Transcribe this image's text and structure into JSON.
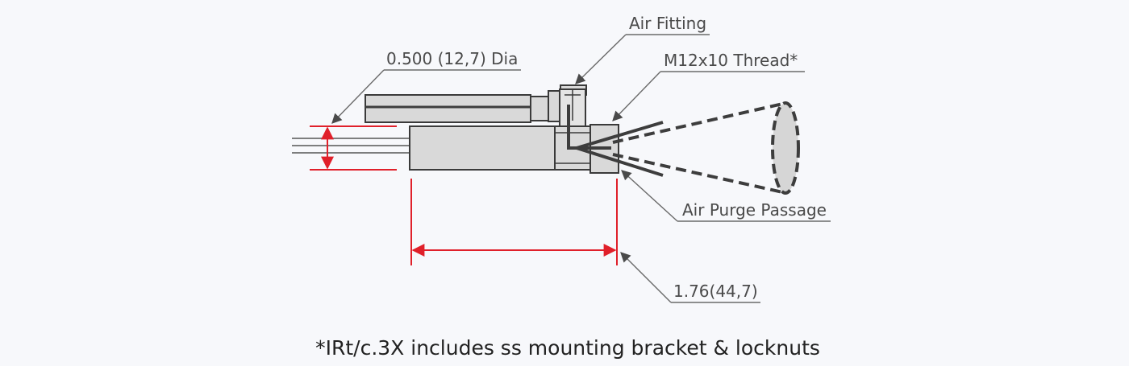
{
  "labels": {
    "air_fitting": "Air Fitting",
    "diameter": "0.500 (12,7) Dia",
    "thread": "M12x10 Thread*",
    "air_purge": "Air Purge Passage",
    "length": "1.76(44,7)"
  },
  "caption": "*IRt/c.3X includes ss mounting bracket & locknuts",
  "colors": {
    "background": "#f7f8fb",
    "dimension_red": "#e0202a",
    "body_gray": "#d9d9d9",
    "outline": "#3a3a3a"
  }
}
